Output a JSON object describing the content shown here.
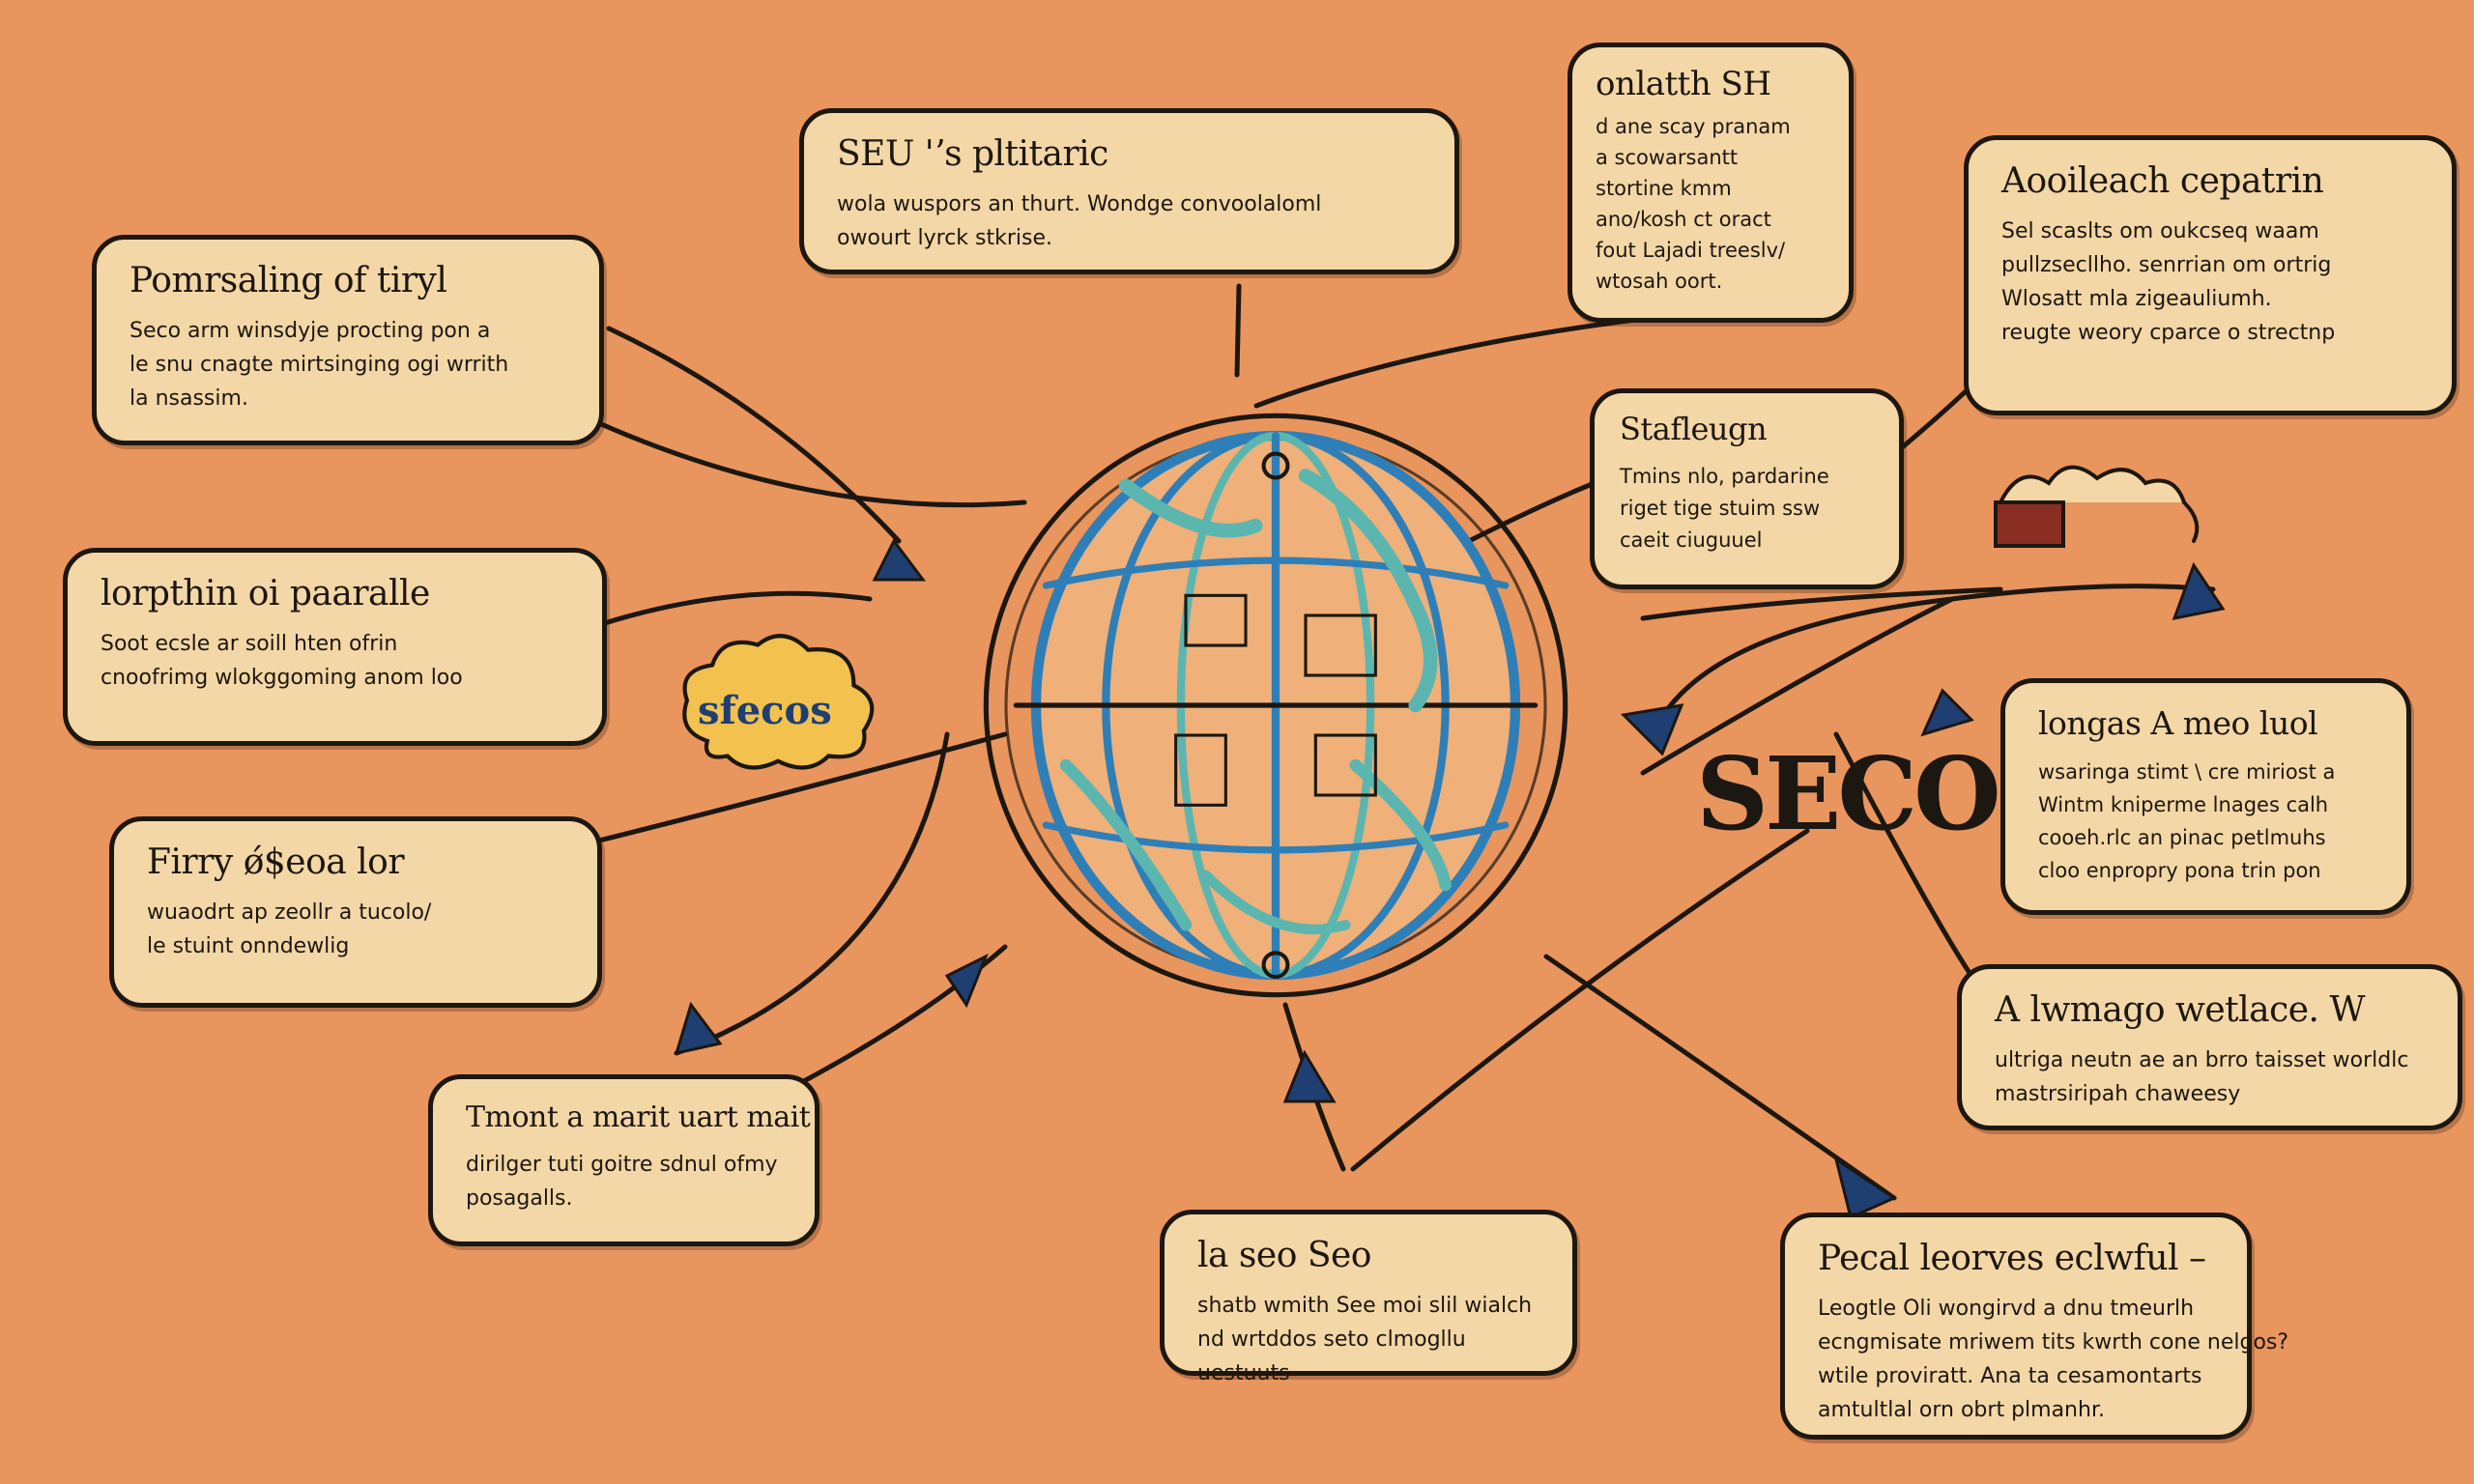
{
  "colors": {
    "background": "#e9955e",
    "note_fill": "#f4d7a6",
    "ink": "#1c1710",
    "globe_blue": "#2e7fb8",
    "globe_teal": "#5bb6b0",
    "cloud_yellow": "#f2c14e"
  },
  "center": {
    "icon": "globe-icon"
  },
  "labels": {
    "seco": "SECO",
    "cloud_text": "sfecos"
  },
  "notes": [
    {
      "title": "SEU 'ʼs pltitaric",
      "lines": [
        "wola wuspors an thurt. Wondge convoolaloml",
        "owourt lyrck stkrise."
      ]
    },
    {
      "title": "onlatth SH",
      "lines": [
        "d ane scay pranam",
        "a scowarsantt",
        "stortine kmm",
        "ano/kosh ct oract",
        "fout Lajadi treeslv/",
        "wtosah oort."
      ]
    },
    {
      "title": "Aooileach cepatrin",
      "lines": [
        "Sel scaslts om oukcseq waam",
        "pullzsecllho.  senrrian om ortrig",
        "Wlosatt mla zigeauliumh.",
        "reugte weory cparce o strectnp"
      ]
    },
    {
      "title": "Pomrsaling of tiryl",
      "lines": [
        "Seco arm winsdyje procting pon a",
        "le snu cnagte mirtsinging ogi wrrith",
        "la nsassim."
      ]
    },
    {
      "title": "Stafleugn",
      "lines": [
        "Tmins nlo, pardarine",
        "riget tige stuim ssw",
        "caeit ciuguuel"
      ]
    },
    {
      "title": "lorpthin oi paaralle",
      "lines": [
        "Soot ecsle ar soill hten ofrin",
        "cnoofrimg wlokggoming anom loo"
      ]
    },
    {
      "title": "longas A meo luol",
      "lines": [
        "wsaringa stimt \\ cre miriost a",
        "Wintm kniperme lnages calh",
        "cooeh.rlc an pinac petlmuhs",
        "cloo enpropry pona trin pon"
      ]
    },
    {
      "title": "Firry ǿ$eoa lor",
      "lines": [
        "wuaodrt ap zeollr a tucolo/",
        "le stuint onndewlig"
      ]
    },
    {
      "title": "A lwmago wetlace. W",
      "lines": [
        "ultriga neutn ae an brro taisset worldlc",
        "mastrsiripah chaweesy"
      ]
    },
    {
      "title": "Tmont a marit uart mait",
      "lines": [
        "dirilger tuti goitre sdnul ofmy",
        "posagalls."
      ]
    },
    {
      "title": "la seo Seo",
      "lines": [
        "shatb wmith See moi slil wialch",
        "nd wrtddos seto clmogllu",
        "uestuuts"
      ]
    },
    {
      "title": "Pecal leorves eclwful –",
      "lines": [
        "Leogtle Oli wongirvd a dnu tmeurlh",
        "ecngmisate mriwem tits kwrth cone nelgos?",
        "wtile proviratt.  Ana ta cesamontarts",
        "amtultlal orn obrt plmanhr."
      ]
    }
  ]
}
